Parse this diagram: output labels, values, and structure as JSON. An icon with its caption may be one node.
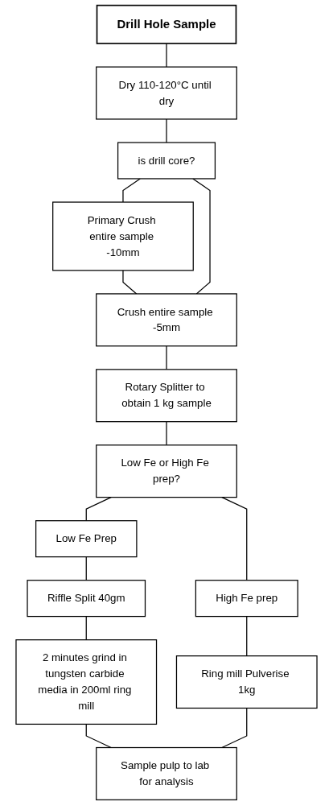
{
  "diagram": {
    "nodes": [
      {
        "text": [
          "Drill Hole Sample"
        ]
      },
      {
        "text": [
          "Dry 110-120°C until dry"
        ]
      },
      {
        "text": [
          "is drill core?"
        ]
      },
      {
        "text": [
          "Primary Crush entire sample -10mm"
        ]
      },
      {
        "text": [
          "Crush entire sample -5mm"
        ]
      },
      {
        "text": [
          "Rotary Splitter to obtain 1 kg sample"
        ]
      },
      {
        "text": [
          "Low Fe or High Fe prep?"
        ]
      },
      {
        "text": [
          "Low Fe Prep"
        ]
      },
      {
        "text": [
          "High Fe prep"
        ]
      },
      {
        "text": [
          "Riffle Split 40gm"
        ]
      },
      {
        "text": [
          "Ring mill Pulverise 1kg"
        ]
      },
      {
        "text": [
          "2 minutes grind in tungsten carbide media in 200ml ring mill"
        ]
      },
      {
        "text": [
          "Sample pulp to lab for analysis"
        ]
      }
    ],
    "edges": [
      {
        "from": 0,
        "to": 1,
        "arrow": "none"
      },
      {
        "from": 1,
        "to": 2,
        "arrow": "none"
      },
      {
        "from": 2,
        "to": 3,
        "arrow": "none"
      },
      {
        "from": 3,
        "to": 4,
        "arrow": "none"
      },
      {
        "from": 2,
        "to": 4,
        "arrow": "none"
      },
      {
        "from": 4,
        "to": 5,
        "arrow": "none"
      },
      {
        "from": 5,
        "to": 6,
        "arrow": "none"
      },
      {
        "from": 6,
        "to": 7,
        "arrow": "none"
      },
      {
        "from": 6,
        "to": 8,
        "arrow": "none"
      },
      {
        "from": 7,
        "to": 9,
        "arrow": "none"
      },
      {
        "from": 8,
        "to": 10,
        "arrow": "none"
      },
      {
        "from": 9,
        "to": 11,
        "arrow": "none"
      },
      {
        "from": 11,
        "to": 12,
        "arrow": "none"
      },
      {
        "from": 10,
        "to": 12,
        "arrow": "none"
      }
    ]
  }
}
